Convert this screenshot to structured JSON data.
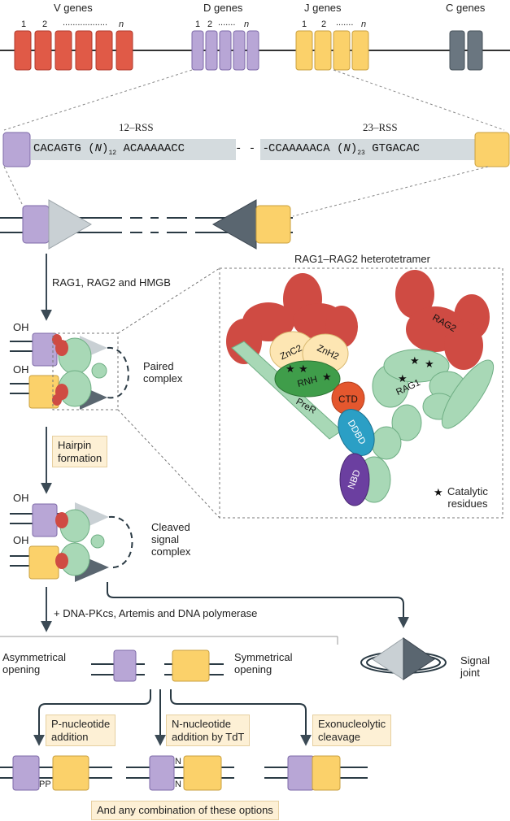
{
  "gene_labels": {
    "v": "V genes",
    "d": "D genes",
    "j": "J genes",
    "c": "C genes"
  },
  "v_numbers": {
    "a": "1",
    "b": "2",
    "dots": "..................",
    "n": "n"
  },
  "d_numbers": {
    "a": "1",
    "b": "2",
    "dots": ".......",
    "n": "n"
  },
  "j_numbers": {
    "a": "1",
    "b": "2",
    "dots": ".......",
    "n": "n"
  },
  "rss": {
    "label_12": "12–RSS",
    "label_23": "23–RSS",
    "seq12_left": "CACAGTG (",
    "seq12_n": "N",
    "seq12_close": ")",
    "seq12_sub": "12",
    "seq12_right": " ACAAAAACC",
    "sep": "- - -",
    "seq23_left": "CCAAAAACA (",
    "seq23_n": "N",
    "seq23_close": ")",
    "seq23_sub": "23",
    "seq23_right": " GTGACAC"
  },
  "steps": {
    "rag_label": "RAG1, RAG2 and HMGB",
    "oh": "OH",
    "paired_complex": "Paired\ncomplex",
    "hairpin_formation": "Hairpin\nformation",
    "cleaved_signal_complex": "Cleaved\nsignal\ncomplex",
    "dna_pk": "+ DNA-PKcs, Artemis and DNA polymerase",
    "asym_opening": "Asymmetrical\nopening",
    "sym_opening": "Symmetrical\nopening",
    "signal_joint": "Signal\njoint",
    "p_nucleotide": "P-nucleotide\naddition",
    "n_nucleotide": "N-nucleotide\naddition by TdT",
    "exonucleolytic": "Exonucleolytic\ncleavage",
    "pp": "PP",
    "n": "N",
    "combination": "And any combination of these options"
  },
  "rag_panel": {
    "title": "RAG1–RAG2 heterotetramer",
    "znc2": "ZnC2",
    "znh2": "ZnH2",
    "rnh": "RNH",
    "ctd": "CTD",
    "prer": "PreR",
    "ddbd": "DDBD",
    "nbd": "NBD",
    "rag2": "RAG2",
    "rag1": "RAG1",
    "star_symbol": "★",
    "catalytic": "Catalytic\nresidues"
  },
  "colors": {
    "v_gene": "#e05a47",
    "d_gene": "#b8a6d6",
    "j_gene": "#fbd16a",
    "c_gene": "#6a7680",
    "rag2": "#cf4b43",
    "rag1": "#a8d8b6",
    "znc2": "#fde6b3",
    "rnh": "#3f9d4a",
    "ctd": "#e4572e",
    "ddbd": "#2b9fc5",
    "nbd": "#6b3fa0",
    "rss_bar": "#d4dbde",
    "box_fill": "#fdf0d5"
  }
}
